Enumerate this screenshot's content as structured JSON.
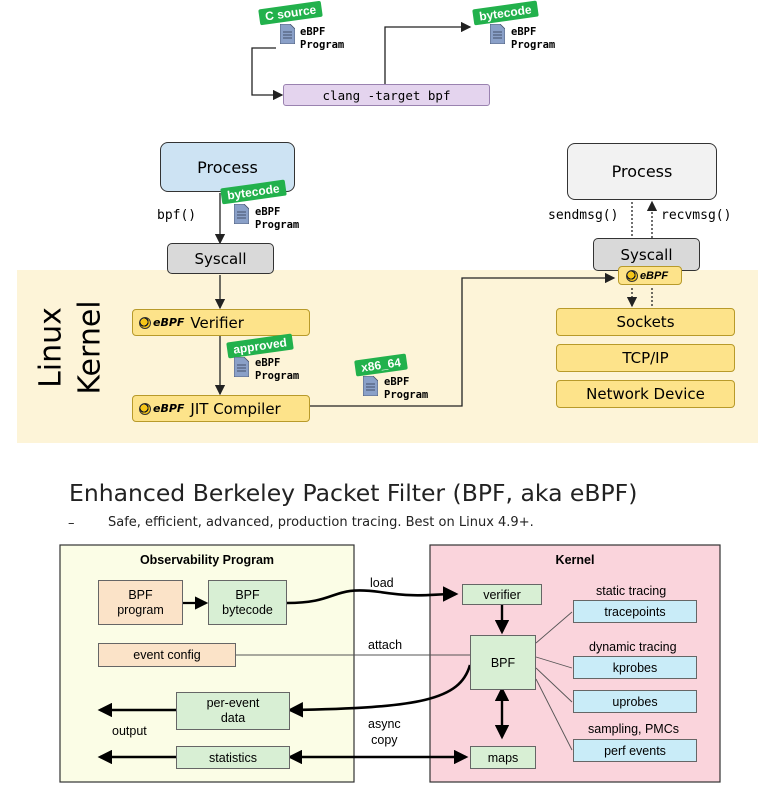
{
  "top": {
    "c_source_tag": "C source",
    "bytecode_tag": "bytecode",
    "doc_label": "eBPF\nProgram",
    "clang_cmd": "clang -target bpf"
  },
  "middle": {
    "process_left": "Process",
    "process_right": "Process",
    "bpf_call": "bpf()",
    "bytecode_tag": "bytecode",
    "syscall_left": "Syscall",
    "syscall_right": "Syscall",
    "sendmsg": "sendmsg()",
    "recvmsg": "recvmsg()",
    "kernel_label_1": "Linux",
    "kernel_label_2": "Kernel",
    "ebpf_logo": "eBPF",
    "verifier": "Verifier",
    "approved_tag": "approved",
    "jit_compiler": "JIT Compiler",
    "x86_tag": "x86_64",
    "doc_label": "eBPF\nProgram",
    "sockets": "Sockets",
    "tcpip": "TCP/IP",
    "network_device": "Network Device"
  },
  "heading": {
    "title": "Enhanced Berkeley Packet Filter (BPF, aka eBPF)",
    "dash": "–",
    "subtitle": "Safe, efficient, advanced, production tracing. Best on Linux 4.9+."
  },
  "bottom": {
    "observability_title": "Observability Program",
    "kernel_title": "Kernel",
    "bpf_program": "BPF\nprogram",
    "bpf_bytecode": "BPF\nbytecode",
    "event_config": "event config",
    "per_event_data": "per-event\ndata",
    "statistics": "statistics",
    "output": "output",
    "load": "load",
    "attach": "attach",
    "async_copy": "async\ncopy",
    "verifier": "verifier",
    "bpf": "BPF",
    "maps": "maps",
    "static_tracing": "static tracing",
    "tracepoints": "tracepoints",
    "dynamic_tracing": "dynamic tracing",
    "kprobes": "kprobes",
    "uprobes": "uprobes",
    "sampling_pmcs": "sampling, PMCs",
    "perf_events": "perf events"
  },
  "colors": {
    "tag_green": "#22b14c",
    "kernel_band": "#fdf4d8",
    "yellow_box": "#fde38a",
    "process_blue": "#cde3f3",
    "clang_purple": "#e4d4ee",
    "obs_bg": "#fbfde6",
    "kernel_bg": "#fad4dc",
    "green_box": "#d8efd4",
    "tan_box": "#fbe3c8",
    "cyan_box": "#c9ecf8"
  }
}
